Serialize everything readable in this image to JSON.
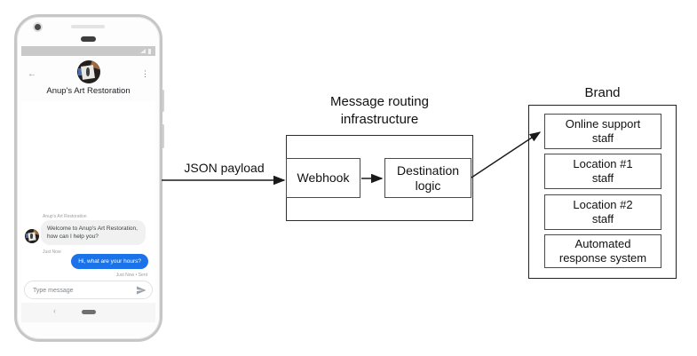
{
  "phone": {
    "header": {
      "back_icon": "←",
      "overflow_icon": "⋮",
      "title": "Anup's Art Restoration"
    },
    "conversation": {
      "sender_name": "Anup's Art Restoration",
      "incoming": {
        "line1": "Welcome to Anup's Art Restoration,",
        "line2": "how can I help you?",
        "timestamp": "Just Now"
      },
      "outgoing": {
        "text": "Hi, what are your hours?",
        "timestamp": "Just Now • Sent"
      }
    },
    "composer": {
      "placeholder": "Type message"
    },
    "nav_bar": {
      "back_icon": "‹"
    }
  },
  "flow": {
    "payload_arrow_label": "JSON payload",
    "routing": {
      "title": [
        "Message routing",
        "infrastructure"
      ],
      "webhook": "Webhook",
      "destination": [
        "Destination",
        "logic"
      ]
    },
    "brand": {
      "title": "Brand",
      "channels": [
        [
          "Online support",
          "staff"
        ],
        [
          "Location #1",
          "staff"
        ],
        [
          "Location #2",
          "staff"
        ],
        [
          "Automated",
          "response system"
        ]
      ]
    }
  },
  "colors": {
    "outgoing_bubble": "#1a73e8",
    "incoming_bubble": "#f1f1f1",
    "status_bar": "#c9c9c9",
    "line": "#1a1a1a"
  }
}
